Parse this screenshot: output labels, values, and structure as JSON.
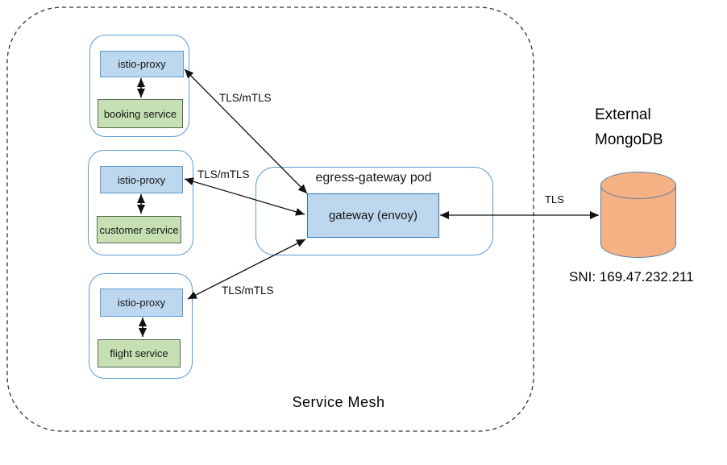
{
  "mesh": {
    "label": "Service Mesh",
    "pods": [
      {
        "proxy_label": "istio-proxy",
        "service_label": "booking service"
      },
      {
        "proxy_label": "istio-proxy",
        "service_label": "customer service"
      },
      {
        "proxy_label": "istio-proxy",
        "service_label": "flight service"
      }
    ],
    "egress": {
      "title": "egress-gateway pod",
      "gateway_label": "gateway (envoy)"
    }
  },
  "external": {
    "title": "External\nMongoDB",
    "sni_label": "SNI: 169.47.232.211"
  },
  "edges": {
    "pod1_gateway": "TLS/mTLS",
    "pod2_gateway": "TLS/mTLS",
    "pod3_gateway": "TLS/mTLS",
    "gateway_mongo": "TLS"
  },
  "colors": {
    "proxy_fill": "#BDD7EE",
    "proxy_border": "#5B9BD5",
    "gateway_fill": "#BDD7EE",
    "gateway_border": "#2E75B6",
    "service_fill": "#C6E0B4",
    "service_border": "#5A6B52",
    "pod_border": "#5B9BD5",
    "cylinder_fill": "#F4B183",
    "cylinder_border": "#5B7DA0",
    "arrow": "#111111"
  }
}
